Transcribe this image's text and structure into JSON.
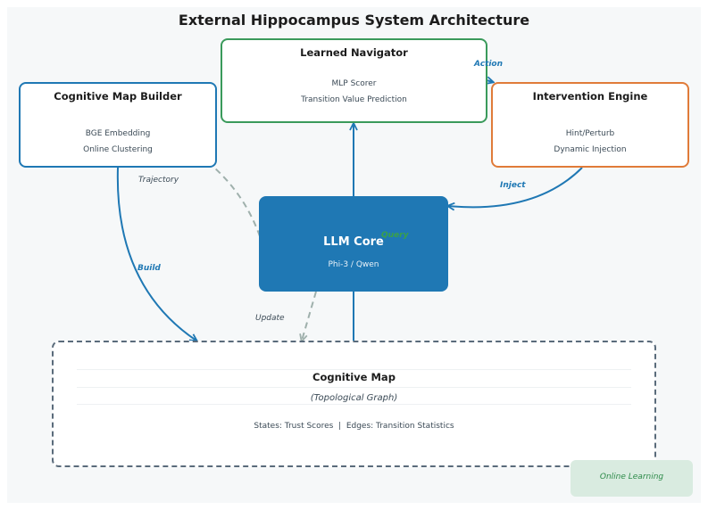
{
  "title": "External Hippocampus System Architecture",
  "nodes": {
    "navigator": {
      "title": "Learned Navigator",
      "lines": [
        "MLP Scorer",
        "Transition Value Prediction"
      ]
    },
    "map_builder": {
      "title": "Cognitive Map Builder",
      "lines": [
        "BGE Embedding",
        "Online Clustering"
      ]
    },
    "intervention": {
      "title": "Intervention Engine",
      "lines": [
        "Hint/Perturb",
        "Dynamic Injection"
      ]
    },
    "llm_core": {
      "title": "LLM Core",
      "subtitle": "Phi-3 / Qwen"
    },
    "cognitive_map": {
      "title": "Cognitive Map",
      "subtitle": "(Topological Graph)",
      "detail": "States: Trust Scores  |  Edges: Transition Statistics"
    }
  },
  "edges": {
    "action": "Action",
    "trajectory": "Trajectory",
    "inject": "Inject",
    "query": "Query",
    "build": "Build",
    "update": "Update"
  },
  "badge": "Online Learning",
  "colors": {
    "navigator_border": "#3a9a5b",
    "map_builder_border": "#1f78b4",
    "intervention_border": "#e07b39",
    "llm_fill": "#1f78b4",
    "map_border": "#5a6b7b",
    "edge_blue": "#1f78b4",
    "edge_gray": "#9fb0ac",
    "badge_fill": "#d9ebe0",
    "badge_text": "#2e8b4a"
  }
}
